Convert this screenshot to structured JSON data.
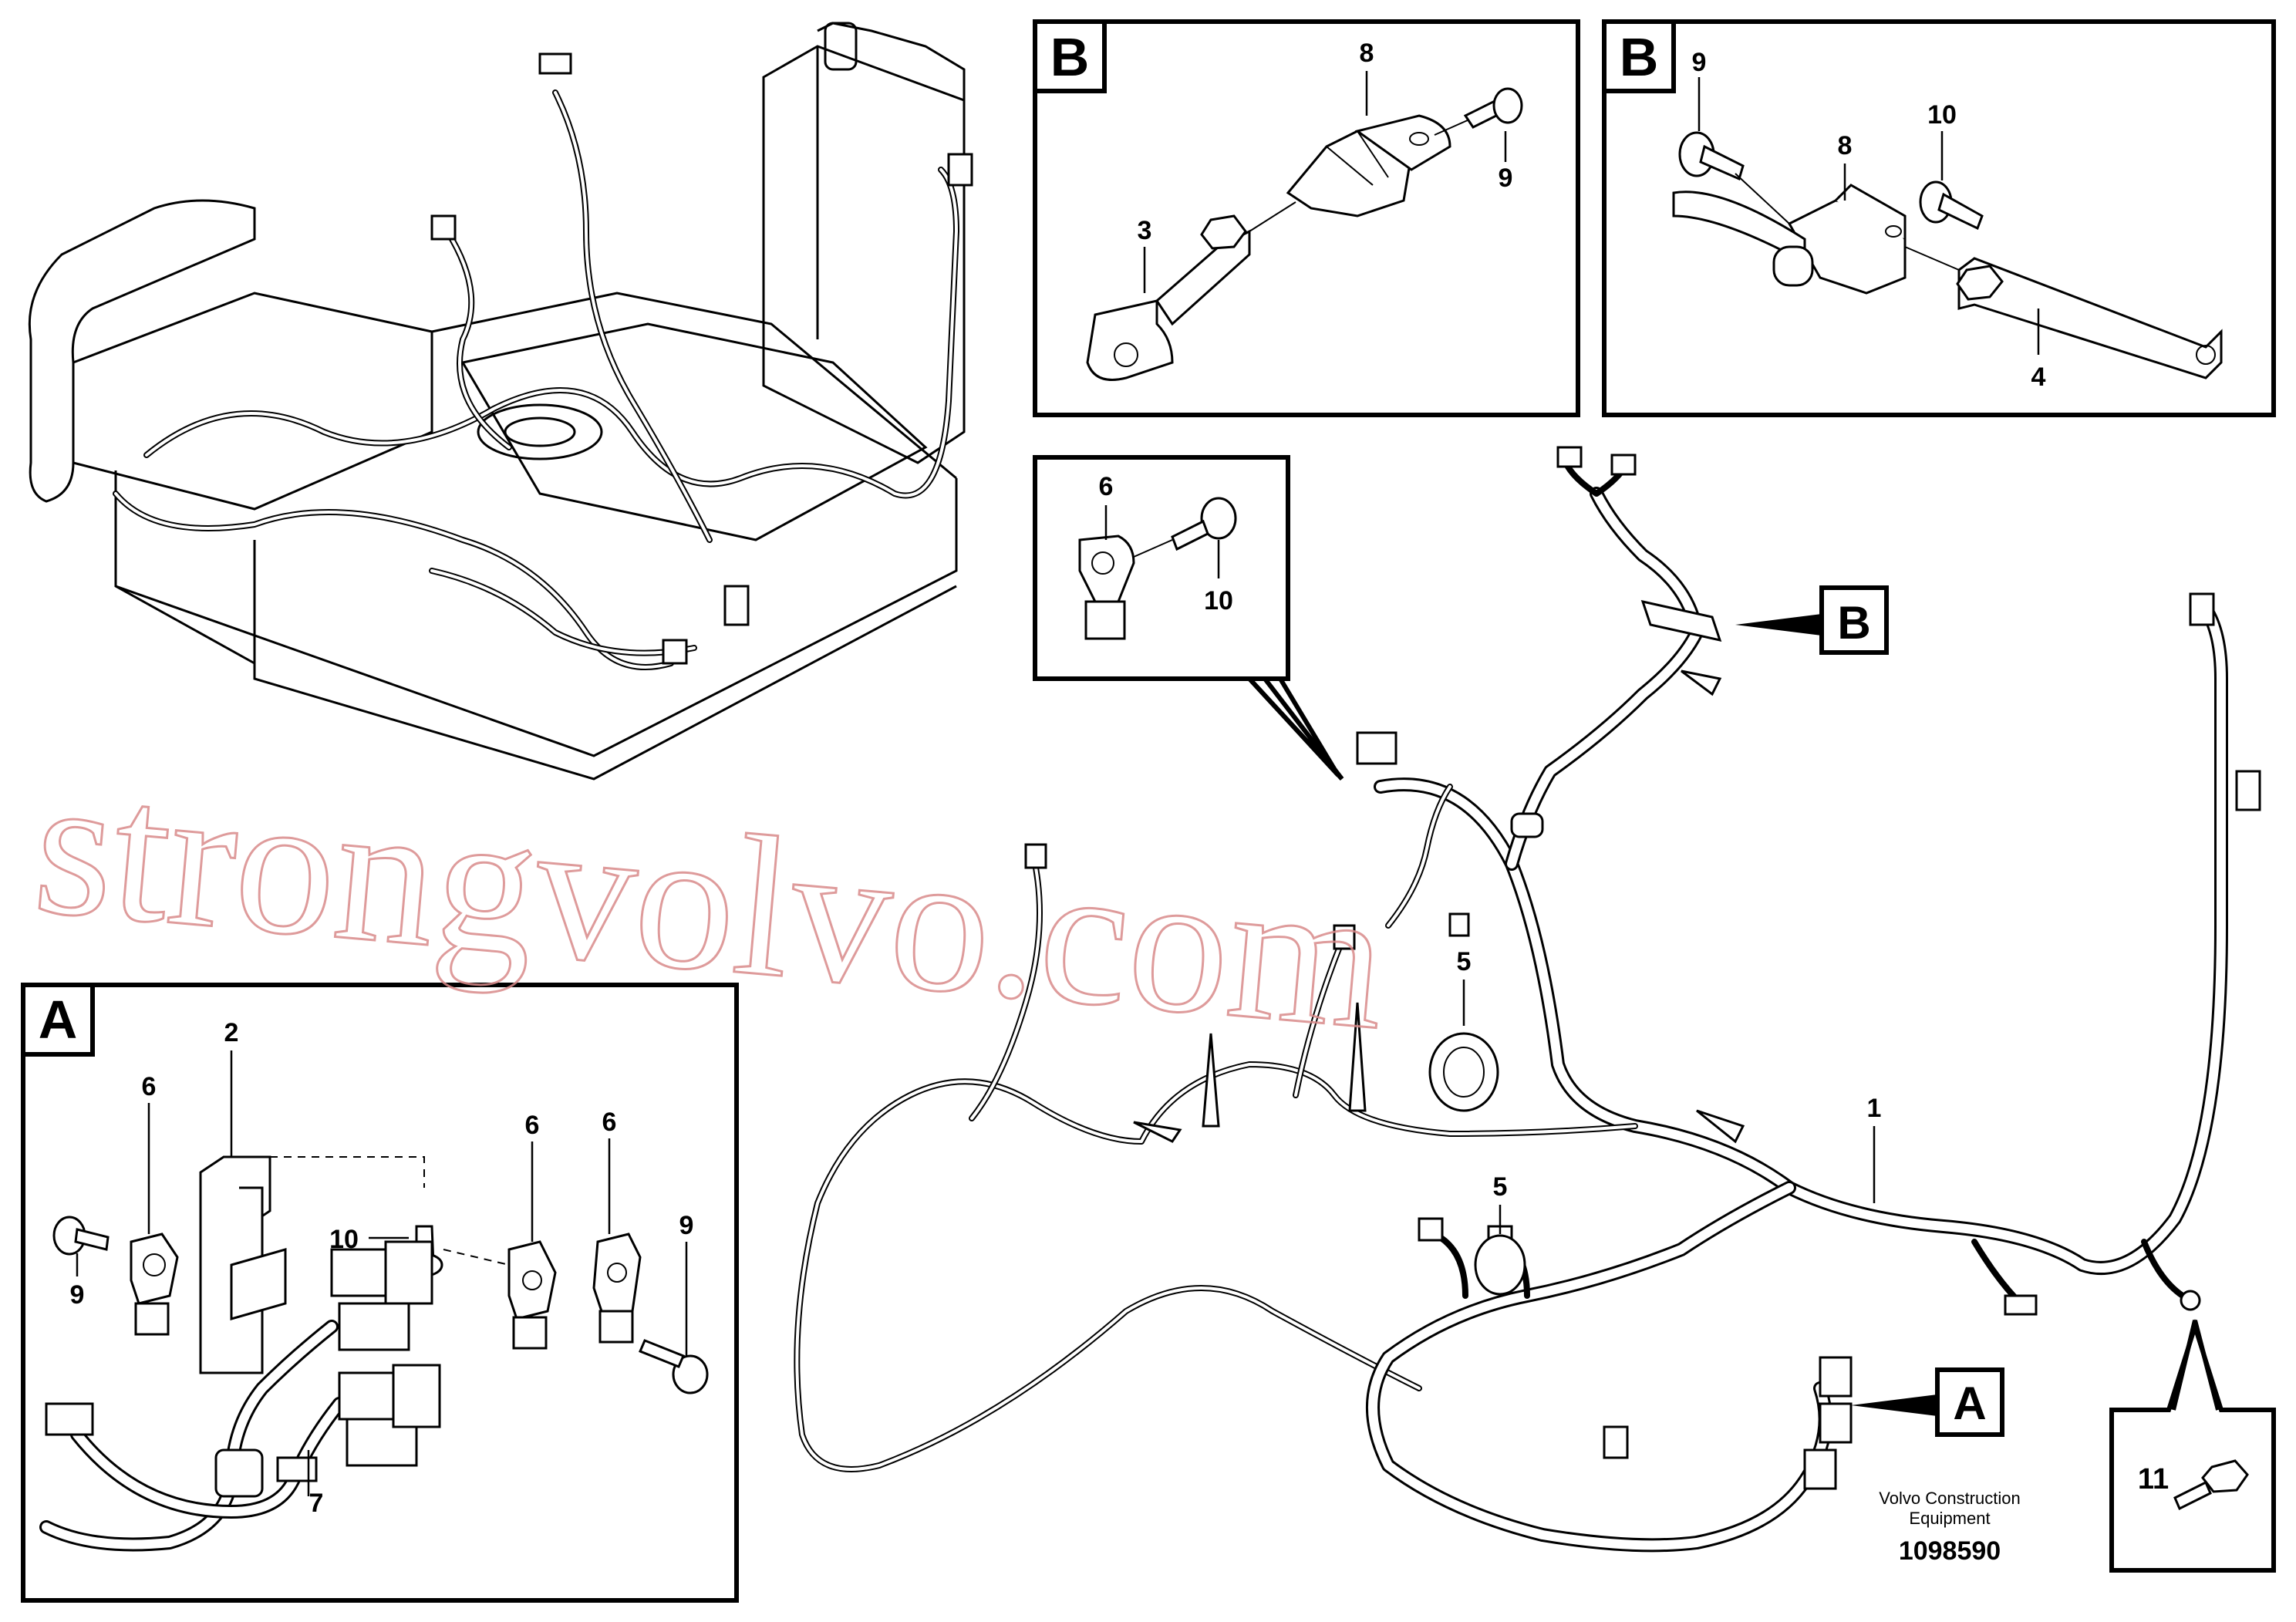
{
  "callouts": {
    "detail_b1": {
      "letter": "B",
      "labels": {
        "l8": "8",
        "l9": "9",
        "l3": "3"
      }
    },
    "detail_b2": {
      "letter": "B",
      "labels": {
        "l9": "9",
        "l10": "10",
        "l8": "8",
        "l4": "4"
      }
    },
    "detail_mid": {
      "labels": {
        "l6": "6",
        "l10": "10"
      }
    },
    "detail_a": {
      "letter": "A",
      "labels": {
        "l2": "2",
        "l6a": "6",
        "l10": "10",
        "l9a": "9",
        "l6b": "6",
        "l6c": "6",
        "l9b": "9",
        "l7": "7"
      }
    },
    "detail_11": {
      "labels": {
        "l11": "11"
      }
    }
  },
  "main": {
    "labels": {
      "l5a": "5",
      "l5b": "5",
      "l1": "1"
    },
    "pointer_b": "B",
    "pointer_a": "A"
  },
  "watermark": "strongvolvo.com",
  "footer": {
    "company_line1": "Volvo Construction",
    "company_line2": "Equipment",
    "drawing_number": "1098590"
  }
}
